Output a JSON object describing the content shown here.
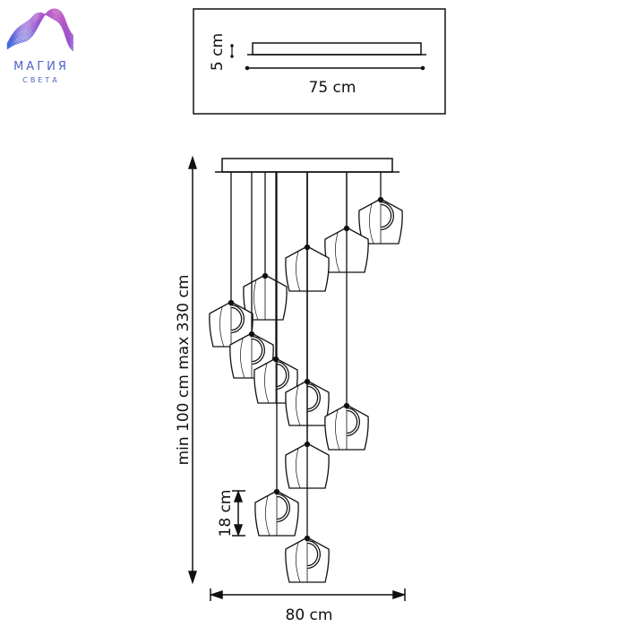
{
  "logo": {
    "title": "МАГИЯ",
    "subtitle": "СВЕТА",
    "colors": [
      "#3a6fe0",
      "#8a4fd0",
      "#d05cc0"
    ]
  },
  "canopy_view": {
    "height_label": "5 cm",
    "width_label": "75 cm"
  },
  "dimensions": {
    "height_label": "min 100 cm max 330 cm",
    "shade_height_label": "18 cm",
    "total_width_label": "80 cm"
  },
  "shade_count": 12
}
